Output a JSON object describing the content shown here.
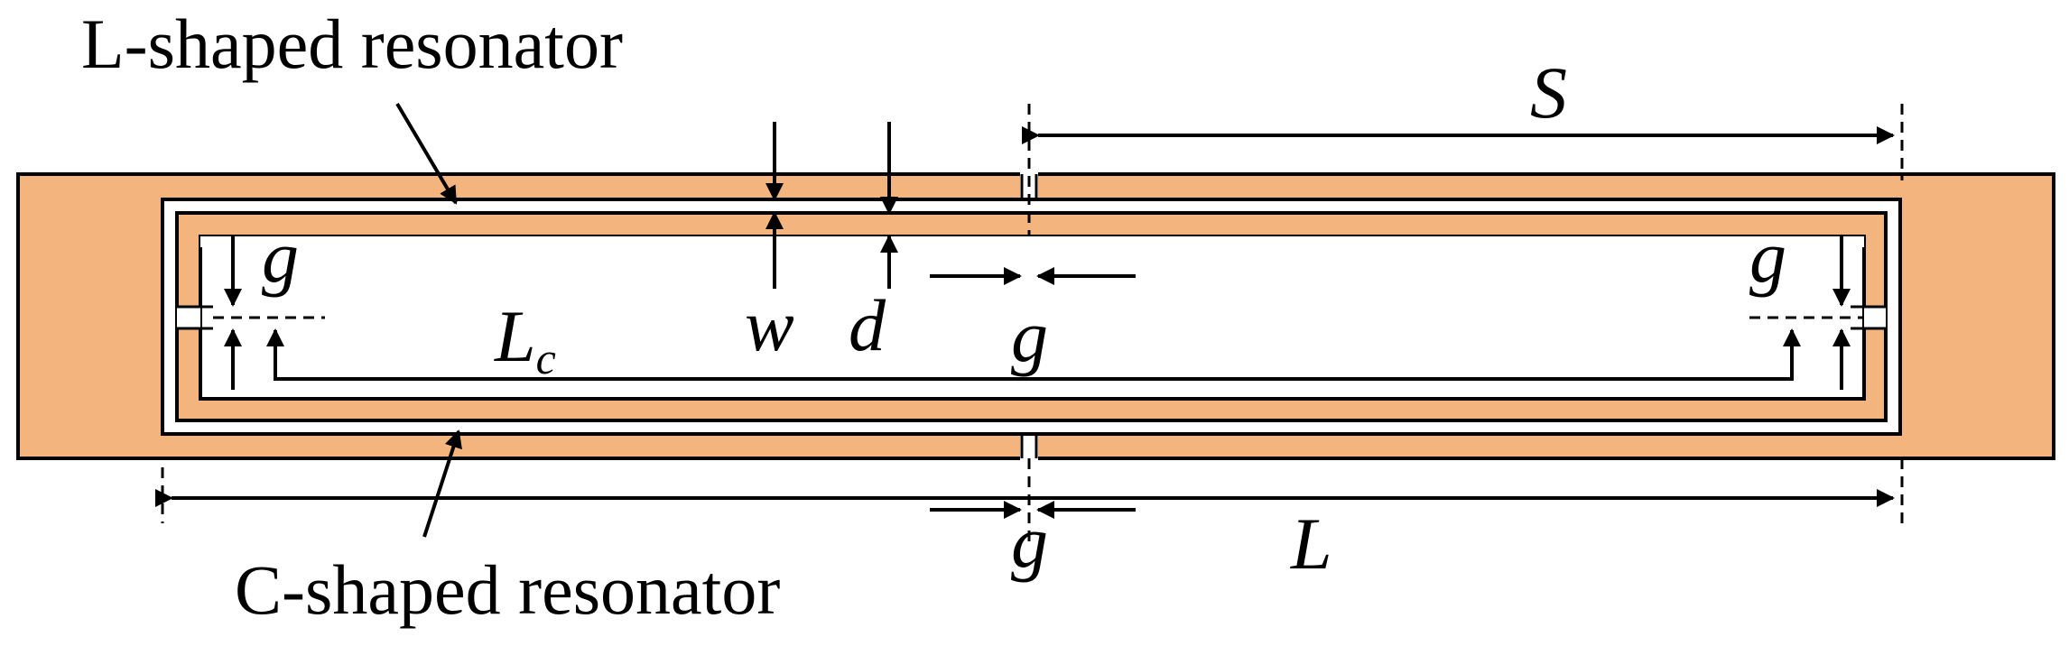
{
  "colors": {
    "substrate": "#F4B47E",
    "metal_gap": "#FFFFFF",
    "stroke": "#000000",
    "background": "#FFFFFF"
  },
  "labels": {
    "l_resonator": "L-shaped resonator",
    "c_resonator": "C-shaped resonator",
    "s": "S",
    "w": "w",
    "d": "d",
    "lc_main": "L",
    "lc_sub": "c",
    "L": "L",
    "g_left": "g",
    "g_right": "g",
    "g_center": "g",
    "g_bottom": "g"
  }
}
